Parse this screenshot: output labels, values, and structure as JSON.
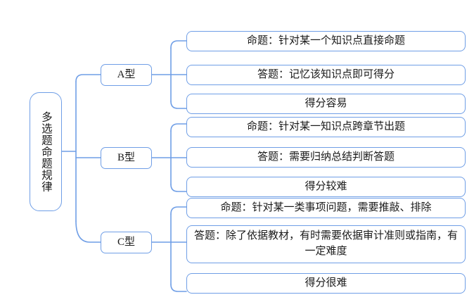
{
  "diagram": {
    "type": "mind-map",
    "title_node": "多选题命题规律",
    "style": {
      "border_color": "#6f9ee6",
      "connector_color": "#6f9ee6",
      "background": "#ffffff",
      "text_color": "#1a1a1a"
    },
    "branches": [
      {
        "label": "A型",
        "items": [
          "命题：针对某一个知识点直接命题",
          "答题：记忆该知识点即可得分",
          "得分容易"
        ]
      },
      {
        "label": "B型",
        "items": [
          "命题：针对某一知识点跨章节出题",
          "答题：需要归纳总结判断答题",
          "得分较难"
        ]
      },
      {
        "label": "C型",
        "items": [
          "命题：针对某一类事项问题，需要推敲、排除",
          "答题：除了依据教材，有时需要依据审计准则或指南，有一定难度",
          "得分很难"
        ]
      }
    ]
  }
}
